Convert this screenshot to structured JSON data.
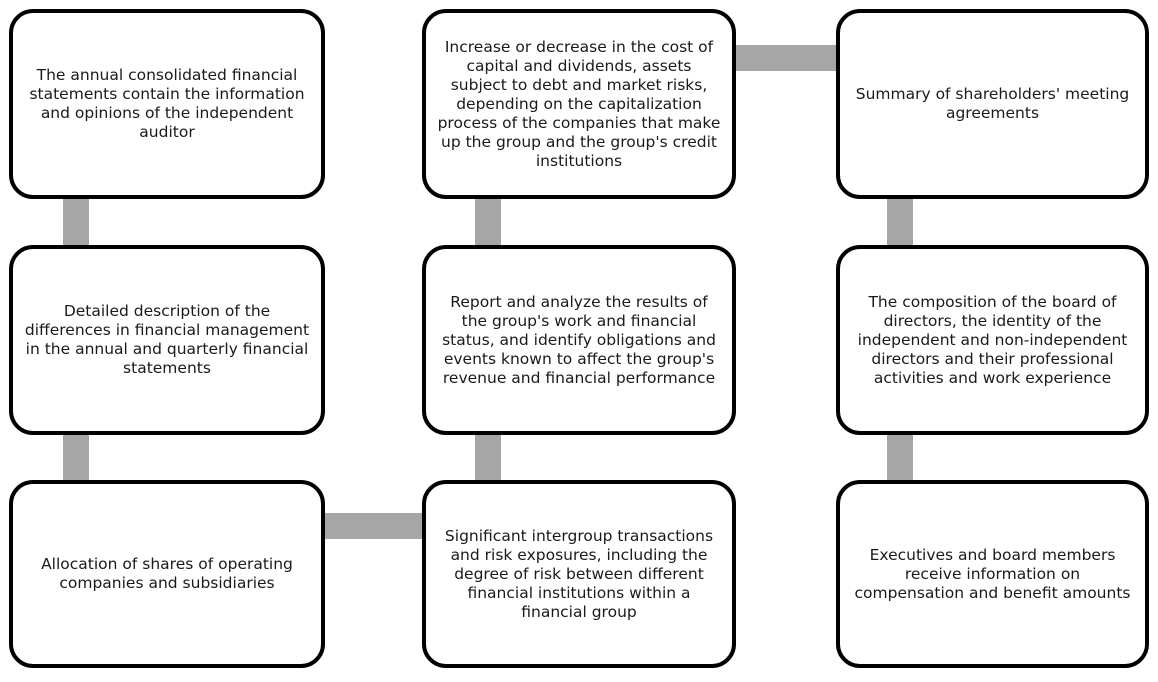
{
  "colors": {
    "box_border": "#000000",
    "box_fill": "#ffffff",
    "connector": "#a6a6a6",
    "text": "#1a1a1a"
  },
  "columns": [
    {
      "boxes": [
        {
          "text": "The annual consolidated financial statements contain the information and opinions of the independent auditor"
        },
        {
          "text": "Detailed description of the differences in financial management in the annual and quarterly financial statements"
        },
        {
          "text": "Allocation of shares of operating companies and subsidiaries"
        }
      ]
    },
    {
      "boxes": [
        {
          "text": "Increase or decrease in the cost of capital and dividends, assets subject to debt and market risks, depending on the capitalization process of the companies that make up the group and the group's credit institutions"
        },
        {
          "text": "Report and analyze the results of the group's work and financial status, and identify obligations and events known to affect the group's revenue and financial performance"
        },
        {
          "text": "Significant intergroup transactions and risk exposures, including the degree of risk between different financial institutions within a financial group"
        }
      ]
    },
    {
      "boxes": [
        {
          "text": "Summary of shareholders' meeting agreements"
        },
        {
          "text": "The composition of the board of directors, the identity of the independent and non-independent directors and their professional activities and work experience"
        },
        {
          "text": "Executives and board members receive information on compensation and benefit amounts"
        }
      ]
    }
  ]
}
